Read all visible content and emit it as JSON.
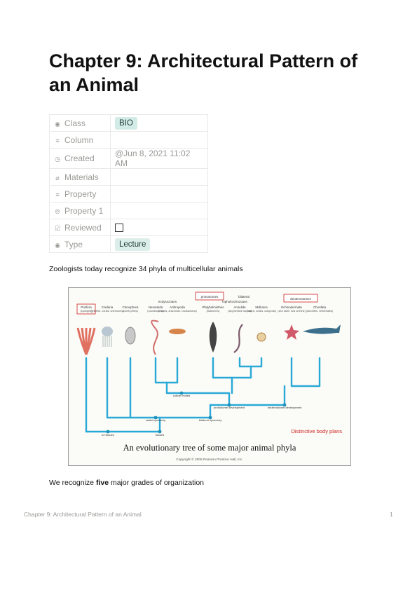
{
  "page": {
    "title": "Chapter 9: Architectural Pattern of an Animal",
    "footer_title": "Chapter 9: Architectural Pattern of an Animal",
    "page_number": "1"
  },
  "properties": [
    {
      "icon": "select-icon",
      "label": "Class",
      "value": "BIO",
      "kind": "tag"
    },
    {
      "icon": "text-icon",
      "label": "Column",
      "value": "",
      "kind": "text"
    },
    {
      "icon": "clock-icon",
      "label": "Created",
      "value": "@Jun 8, 2021 11:02 AM",
      "kind": "text"
    },
    {
      "icon": "attachment-icon",
      "label": "Materials",
      "value": "",
      "kind": "text"
    },
    {
      "icon": "text-icon",
      "label": "Property",
      "value": "",
      "kind": "text"
    },
    {
      "icon": "link-icon",
      "label": "Property 1",
      "value": "",
      "kind": "text"
    },
    {
      "icon": "checkbox-icon",
      "label": "Reviewed",
      "value": "",
      "kind": "checkbox"
    },
    {
      "icon": "select-icon",
      "label": "Type",
      "value": "Lecture",
      "kind": "tag"
    }
  ],
  "body": {
    "intro": "Zoologists today recognize 34 phyla of multicellular animals",
    "grades_before": "We recognize ",
    "grades_bold": "five",
    "grades_after": " major grades of organization"
  },
  "figure": {
    "caption": "An evolutionary tree of some major animal phyla",
    "copyright": "Copyright © 2005 Pearson Prentice Hall, Inc.",
    "distinctive": "Distinctive body plans",
    "groups": {
      "protostomes": "protostomes",
      "deuterostomes": "deuterostomes",
      "bilateral": "bilateral",
      "ecdysozoans": "ecdysozoans",
      "lophotrochozoans": "lophotrochozoans"
    },
    "phyla": [
      {
        "name": "Porifera",
        "sub": "(sponges)"
      },
      {
        "name": "Cnidaria",
        "sub": "(jellyfish, corals, anemones)"
      },
      {
        "name": "Ctenophora",
        "sub": "(comb jellies)"
      },
      {
        "name": "Nematoda",
        "sub": "(roundworms)"
      },
      {
        "name": "Arthropoda",
        "sub": "(insects, arachnids, crustaceans)"
      },
      {
        "name": "Platyhelminthes",
        "sub": "(flatworms)"
      },
      {
        "name": "Annelida",
        "sub": "(segmented worms)"
      },
      {
        "name": "Mollusca",
        "sub": "(clams, snails, octopods)"
      },
      {
        "name": "Echinodermata",
        "sub": "(sea stars, sea urchins)"
      },
      {
        "name": "Chordata",
        "sub": "(lancelets, vertebrates)"
      }
    ],
    "nodes": {
      "cuticle": "cuticle molted",
      "protostome": "protostome development",
      "deuterostome": "deuterostome development",
      "radial": "radial symmetry",
      "bilateral_sym": "bilateral symmetry",
      "no_tissues": "no tissues",
      "tissues": "tissues"
    },
    "colors": {
      "line": "#29a9d8",
      "node": "#1d8fb8",
      "accent": "#cc2222"
    }
  }
}
